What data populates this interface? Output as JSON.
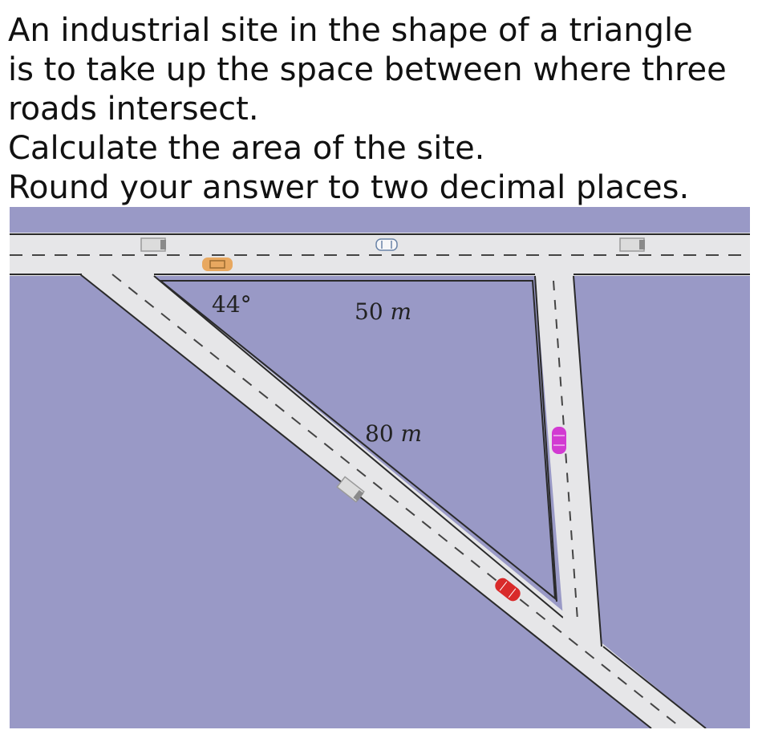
{
  "question": {
    "lines": [
      "An industrial site in the shape of a triangle",
      "is to take up the space between where three",
      "roads intersect.",
      "Calculate the area of the site.",
      "Round your answer to two decimal places."
    ]
  },
  "diagram": {
    "angle": "44°",
    "side_top": {
      "value": "50",
      "unit": "m"
    },
    "side_diagonal": {
      "value": "80",
      "unit": "m"
    },
    "colors": {
      "ground": "#9999c6",
      "road": "#e6e6e8",
      "road_edge": "#2a2a2a",
      "lane_mark": "#444444",
      "car_orange": "#e8a860",
      "car_magenta": "#d23ad2",
      "car_red": "#d92a2a",
      "car_grey": "#dcdcdc"
    }
  }
}
